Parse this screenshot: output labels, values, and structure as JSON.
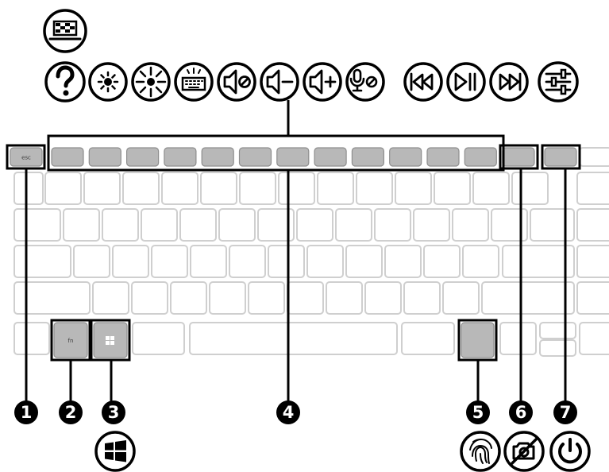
{
  "callouts": [
    "1",
    "2",
    "3",
    "4",
    "5",
    "6",
    "7"
  ],
  "keys": {
    "esc": "esc",
    "fn": "fn"
  },
  "icons": {
    "top_row": [
      "help-icon",
      "brightness-down-icon",
      "brightness-up-icon",
      "keyboard-backlight-icon",
      "mute-icon",
      "volume-down-icon",
      "volume-up-icon",
      "mic-mute-icon",
      "previous-track-icon",
      "play-pause-icon",
      "next-track-icon",
      "settings-sliders-icon"
    ],
    "above": "screen-switch-icon",
    "bottom": [
      "windows-icon",
      "fingerprint-icon",
      "camera-privacy-icon",
      "power-icon"
    ]
  },
  "colors": {
    "highlighted_key": "#b8b8b8",
    "key_outline": "#cfcfcf",
    "callout": "#000000"
  }
}
